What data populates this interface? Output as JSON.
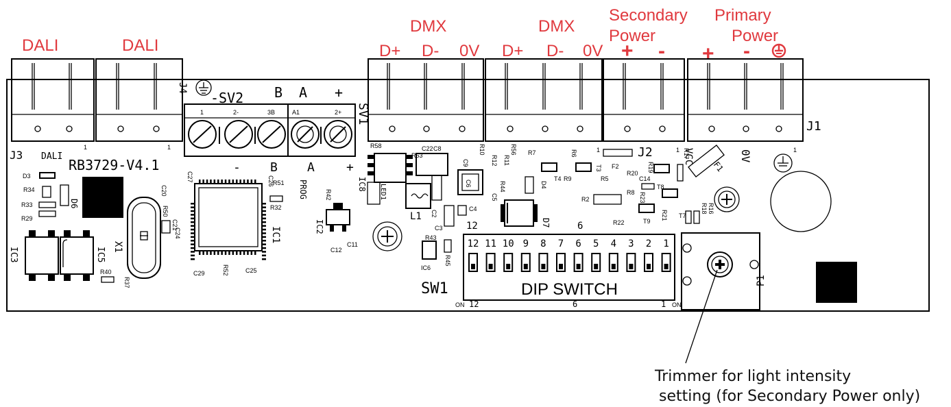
{
  "connectors": {
    "dali1": "DALI",
    "dali2": "DALI",
    "dmx1": "DMX",
    "dmx2": "DMX",
    "dmx1_pins": [
      "D+",
      "D-",
      "0V"
    ],
    "dmx2_pins": [
      "D+",
      "D-",
      "0V"
    ],
    "secondary_power_line1": "Secondary",
    "secondary_power_line2": "Power",
    "secondary_pins": [
      "+",
      "-"
    ],
    "primary_power_line1": "Primary",
    "primary_power_line2": "Power",
    "primary_pins": [
      "+",
      "-",
      "⏚"
    ]
  },
  "board": {
    "version": "RB3729-V4.1",
    "j3": "J3",
    "j3_dali": "DALI",
    "j4": "J4",
    "j1": "J1",
    "j2": "J2",
    "sv1": "SV1",
    "sv2_header": [
      "-SV2",
      "B",
      "A",
      "+"
    ],
    "sv2_bottom": [
      "-",
      "B",
      "A",
      "+"
    ],
    "sv2_pins": [
      "1",
      "2-",
      "3B",
      "A1",
      "2+"
    ],
    "prog": "PROG",
    "vcc": "VCC",
    "zero_v": "0V",
    "one": "1",
    "sw1": "SW1",
    "dip_label": "DIP SWITCH",
    "dip_numbers": [
      "12",
      "11",
      "10",
      "9",
      "8",
      "7",
      "6",
      "5",
      "4",
      "3",
      "2",
      "1"
    ],
    "dip_top_12": "12",
    "dip_top_6": "6",
    "dip_bottom": [
      "ON",
      "12",
      "6",
      "1",
      "ON"
    ],
    "parts": {
      "ic1": "IC1",
      "ic2": "IC2",
      "ic3": "IC3",
      "ic5": "IC5",
      "ic6": "IC6",
      "ic8": "IC8",
      "x1": "X1",
      "d3": "D3",
      "d4": "D4",
      "d6": "D6",
      "d7": "D7",
      "led1": "LED1",
      "l1": "L1",
      "p1": "P1",
      "f1": "F1",
      "f2": "F2",
      "r2": "R2",
      "r5": "R5",
      "r7": "R7",
      "r8": "R8",
      "r16": "R16",
      "r17": "R17",
      "r18": "R18",
      "r20": "R20",
      "r29": "R29",
      "r32": "R32",
      "r33": "R33",
      "r34": "R34",
      "r40": "R40",
      "r42": "R42",
      "r45": "R45",
      "t3": "T3",
      "t4": "T4",
      "t7": "T7",
      "t8": "T8",
      "t9": "T9",
      "c3": "C3",
      "c4": "C4",
      "c8": "C8",
      "c9": "C9",
      "c20": "C20",
      "c21": "C21",
      "r22": "R22",
      "r23": "R23",
      "r21": "R21",
      "r43": "R43",
      "r11": "R11",
      "r12": "R12",
      "c11": "C11",
      "c12": "C12",
      "c22": "C22",
      "c24": "C24",
      "c25": "C25",
      "c29": "C29",
      "c14": "C14",
      "r51": "R51",
      "r52": "R52",
      "r37": "R37",
      "r53": "R53",
      "r58": "R58",
      "r50": "R50",
      "c27": "C27",
      "c26": "C26",
      "r6": "R6",
      "r9": "R9",
      "r10": "R10",
      "r44": "R44",
      "c6": "C6",
      "c5": "C5",
      "c2": "C2",
      "r19": "R19",
      "r56": "R56"
    }
  },
  "annotation": {
    "line1": "Trimmer for light intensity",
    "line2": "setting (for Secondary Power only)"
  }
}
